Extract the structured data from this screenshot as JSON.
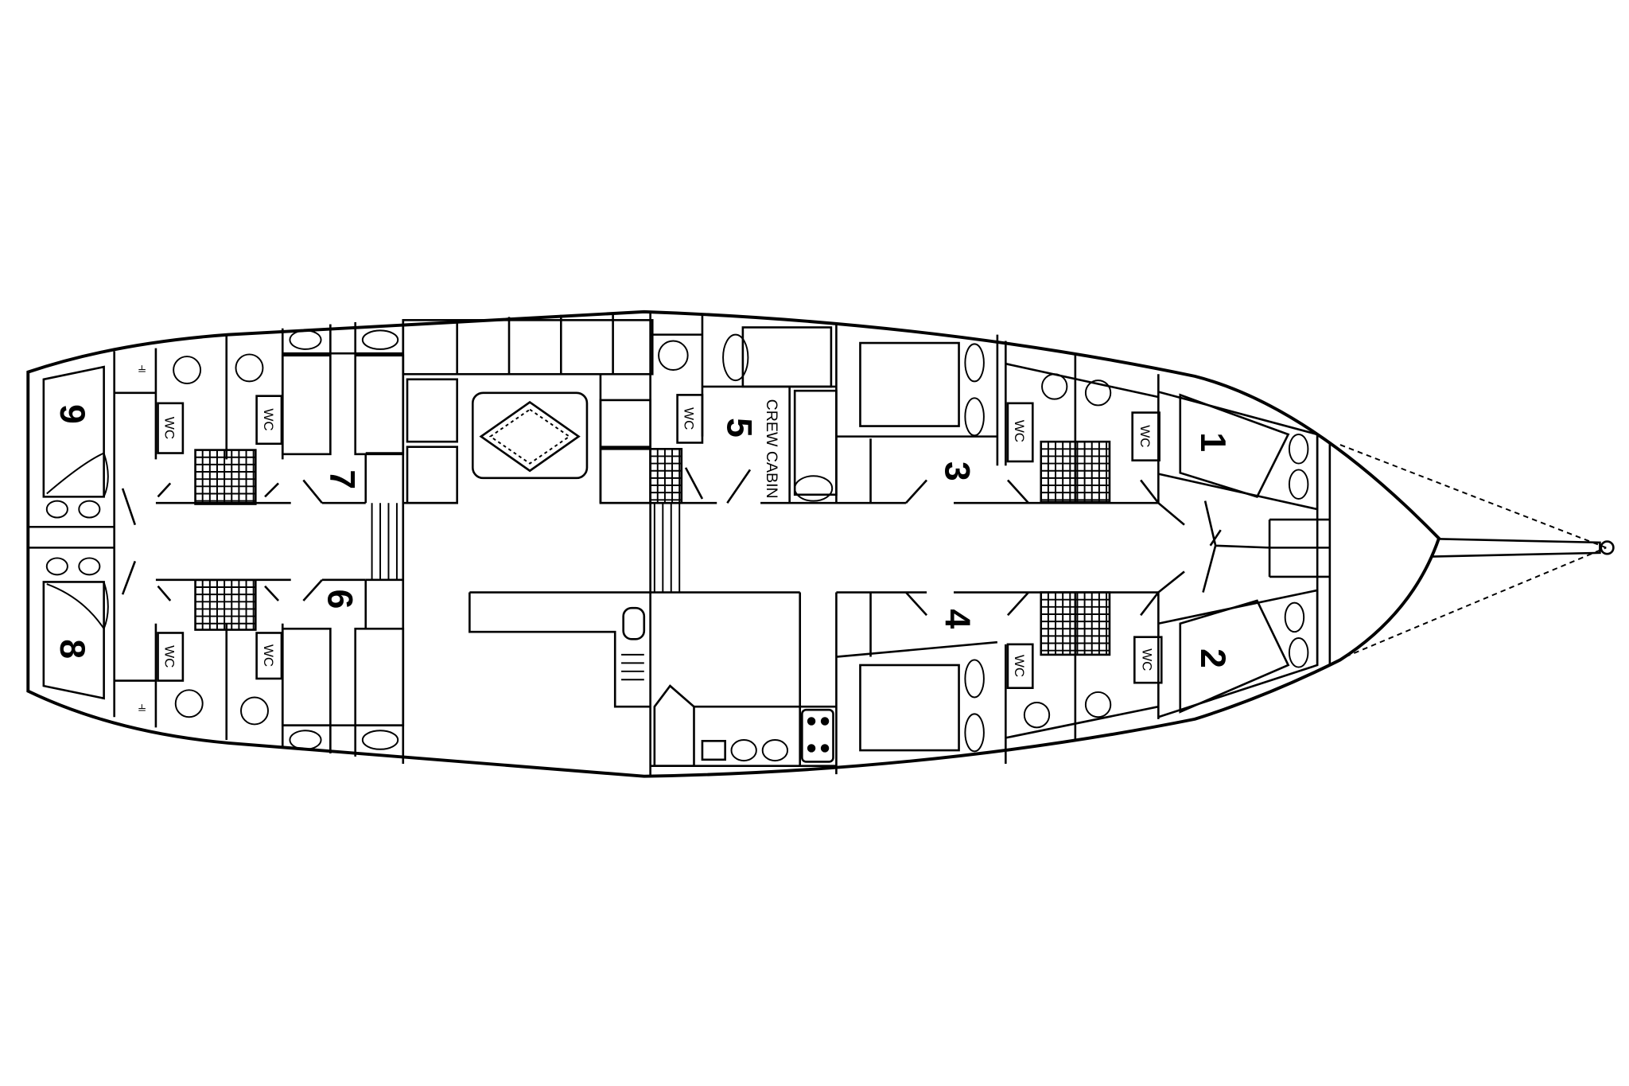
{
  "labels": {
    "wc": "WC",
    "crew_cabin": "CREW CABIN"
  },
  "cabins": [
    "1",
    "2",
    "3",
    "4",
    "5",
    "6",
    "7",
    "8",
    "9"
  ],
  "colors": {
    "line": "#000000",
    "background": "#ffffff"
  }
}
